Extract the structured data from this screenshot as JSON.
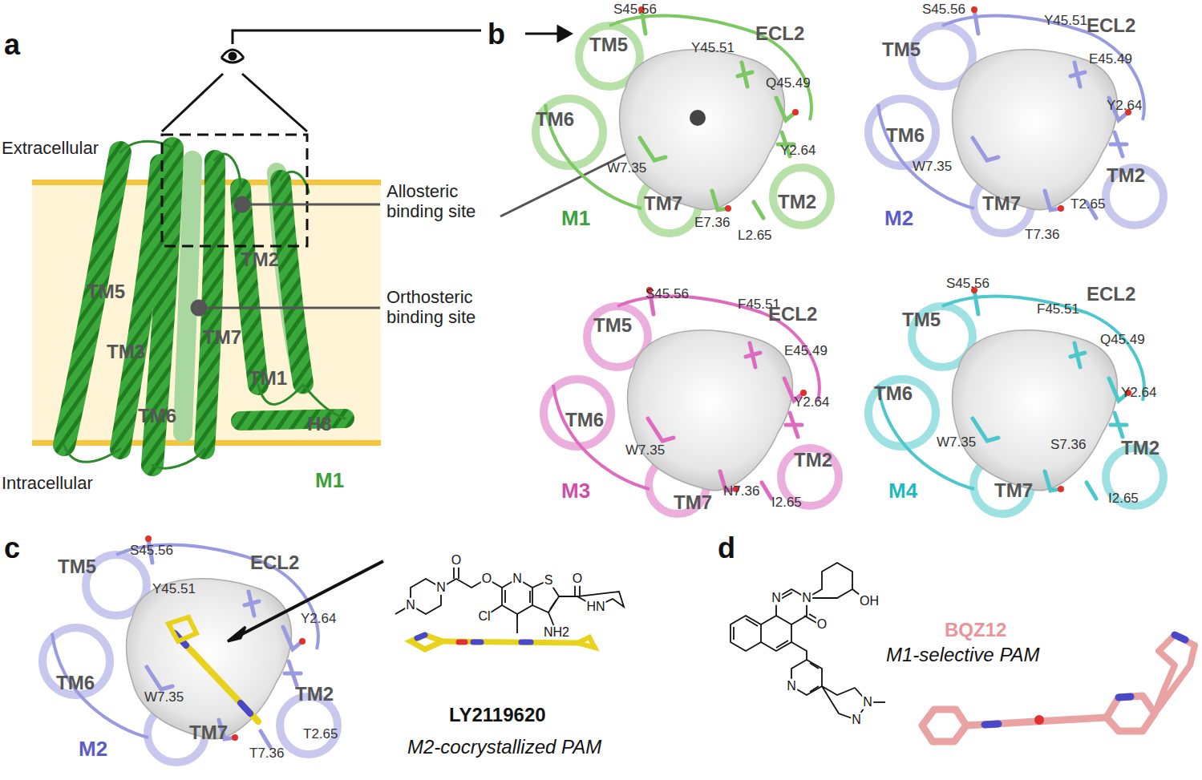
{
  "diagram": {
    "labels": [
      "a",
      "Extracellular",
      "Intracellular",
      "TM5",
      "TM3",
      "TM6",
      "TM7",
      "TM2",
      "TM1",
      "H8",
      "M1",
      "Allosteric binding site",
      "Orthosteric binding site",
      "b",
      "S45.56",
      "TM5",
      "Y45.51",
      "ECL2",
      "Q45.49",
      "TM6",
      "Y2.64",
      "W7.35",
      "TM7",
      "E7.36",
      "TM2",
      "M1",
      "L2.65",
      "S45.56",
      "Y45.51",
      "ECL2",
      "TM5",
      "E45.49",
      "Y2.64",
      "TM6",
      "W7.35",
      "TM2",
      "TM7",
      "T2.65",
      "M2",
      "T7.36",
      "S45.56",
      "TM5",
      "F45.51",
      "ECL2",
      "E45.49",
      "Y2.64",
      "TM6",
      "W7.35",
      "TM2",
      "TM7",
      "M3",
      "N7.36",
      "I2.65",
      "S45.56",
      "ECL2",
      "TM5",
      "F45.51",
      "Q45.49",
      "TM6",
      "Y2.64",
      "W7.35",
      "S7.36",
      "TM2",
      "TM7",
      "M4",
      "I2.65",
      "c",
      "TM5",
      "S45.56",
      "ECL2",
      "Y45.51",
      "Y2.64",
      "TM6",
      "W7.35",
      "TM2",
      "TM7",
      "M2",
      "T2.65",
      "T7.36",
      "O",
      "N",
      "N",
      "O",
      "N",
      "S",
      "O",
      "HN",
      "Cl",
      "NH2",
      "LY2119620",
      "M2-cocrystallized PAM",
      "d",
      "N",
      "N",
      "O",
      "OH",
      "N",
      "N",
      "N",
      "BQZ12",
      "M1-selective PAM"
    ]
  }
}
